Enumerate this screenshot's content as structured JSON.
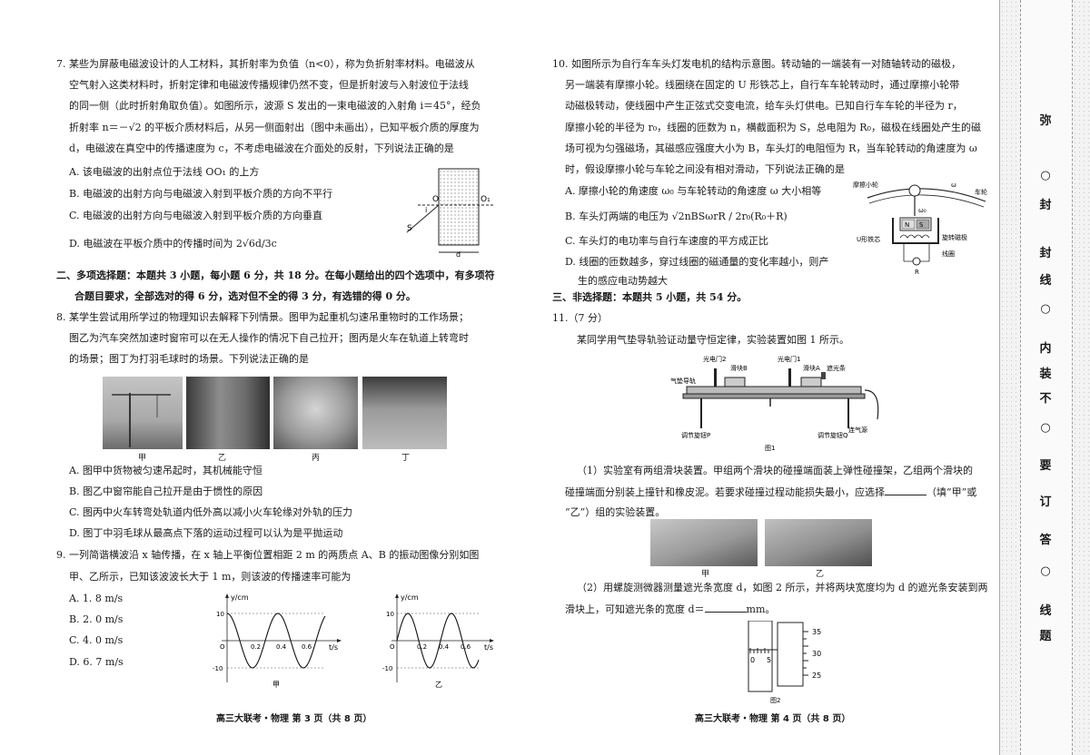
{
  "left": {
    "q7": {
      "lines": [
        "7. 某些为屏蔽电磁波设计的人工材料，其折射率为负值（n<0），称为负折射率材料。电磁波从",
        "空气射入这类材料时，折射定律和电磁波传播规律仍然不变，但是折射波与入射波位于法线",
        "的同一侧（此时折射角取负值）。如图所示，波源 S 发出的一束电磁波的入射角 i＝45°，经负",
        "折射率 n＝－√2 的平板介质材料后，从另一侧面射出（图中未画出），已知平板介质的厚度为",
        "d，电磁波在真空中的传播速度为 c，不考虑电磁波在介面处的反射，下列说法正确的是"
      ],
      "options": [
        "A. 该电磁波的出射点位于法线 OO₁ 的上方",
        "B. 电磁波的出射方向与电磁波入射到平板介质的方向不平行",
        "C. 电磁波的出射方向与电磁波入射到平板介质的方向垂直",
        "D. 电磁波在平板介质中的传播时间为 2√6d/3c"
      ],
      "fig_labels": {
        "o": "O",
        "o1": "O₁",
        "s": "S",
        "i": "i",
        "d": "d"
      }
    },
    "section2": {
      "line1": "二、多项选择题：本题共 3 小题，每小题 6 分，共 18 分。在每小题给出的四个选项中，有多项符",
      "line2": "合题目要求，全部选对的得 6 分，选对但不全的得 3 分，有选错的得 0 分。"
    },
    "q8": {
      "lines": [
        "8. 某学生尝试用所学过的物理知识去解释下列情景。图甲为起重机匀速吊重物时的工作场景；",
        "图乙为汽车突然加速时窗帘可以在无人操作的情况下自己拉开；图丙是火车在轨道上转弯时",
        "的场景；图丁为打羽毛球时的场景。下列说法正确的是"
      ],
      "photo_captions": [
        "甲",
        "乙",
        "丙",
        "丁"
      ],
      "options": [
        "A. 图甲中货物被匀速吊起时，其机械能守恒",
        "B. 图乙中窗帘能自己拉开是由于惯性的原因",
        "C. 图丙中火车转弯处轨道内低外高以减小火车轮缘对外轨的压力",
        "D. 图丁中羽毛球从最高点下落的运动过程可以认为是平抛运动"
      ]
    },
    "q9": {
      "lines": [
        "9. 一列简谐横波沿 x 轴传播，在 x 轴上平衡位置相距 2 m 的两质点 A、B 的振动图像分别如图",
        "甲、乙所示，已知该波波长大于 1 m，则该波的传播速率可能为"
      ],
      "options": [
        "A. 1. 8 m/s",
        "B. 2. 0 m/s",
        "C. 4. 0 m/s",
        "D. 6. 7 m/s"
      ],
      "graph_a": {
        "ylabel": "y/cm",
        "xlabel": "t/s",
        "ticks_x": [
          "0.2",
          "0.4",
          "0.6"
        ],
        "ticks_y": [
          "10",
          "-10"
        ],
        "origin": "O",
        "caption": "甲"
      },
      "graph_b": {
        "ylabel": "y/cm",
        "xlabel": "t/s",
        "ticks_x": [
          "0.2",
          "0.4",
          "0.6"
        ],
        "ticks_y": [
          "10",
          "-10"
        ],
        "origin": "O",
        "caption": "乙"
      }
    },
    "footer": "高三大联考・物理  第 3 页（共 8 页）"
  },
  "right": {
    "q10": {
      "lines": [
        "10. 如图所示为自行车车头灯发电机的结构示意图。转动轴的一端装有一对随轴转动的磁极，",
        "另一端装有摩擦小轮。线圈绕在固定的 U 形铁芯上，自行车车轮转动时，通过摩擦小轮带",
        "动磁极转动，使线圈中产生正弦式交变电流，给车头灯供电。已知自行车车轮的半径为 r，",
        "摩擦小轮的半径为 r₀，线圈的匝数为 n，横截面积为 S，总电阻为 R₀，磁极在线圈处产生的磁",
        "场可视为匀强磁场，其磁感应强度大小为 B，车头灯的电阻恒为 R，当车轮转动的角速度为 ω",
        "时，假设摩擦小轮与车轮之间没有相对滑动，下列说法正确的是"
      ],
      "options": [
        "A. 摩擦小轮的角速度 ω₀ 与车轮转动的角速度 ω 大小相等",
        "B. 车头灯两端的电压为 √2nBSωrR / 2r₀(R₀＋R)",
        "C. 车头灯的电功率与自行车速度的平方成正比",
        "D. 线圈的匝数越多，穿过线圈的磁通量的变化率越小，则产",
        "生的感应电动势越大"
      ],
      "fig_labels": {
        "friction_wheel": "摩擦小轮",
        "wheel": "车轮",
        "u_core": "U形铁芯",
        "magnet": "旋转磁极",
        "coil": "线圈",
        "r": "R",
        "w0": "ω₀",
        "w": "ω",
        "n": "N",
        "s": "S"
      }
    },
    "section3": "三、非选择题：本题共 5 小题，共 54 分。",
    "q11": {
      "head": "11.（7 分）",
      "intro": "某同学用气垫导轨验证动量守恒定律，实验装置如图 1 所示。",
      "fig1_labels": {
        "gate2": "光电门2",
        "gate1": "光电门1",
        "slider_b": "滑块B",
        "slider_a": "滑块A",
        "shade": "遮光条",
        "rail": "气垫导轨",
        "knob_p": "调节旋钮P",
        "knob_q": "调节旋钮Q",
        "air": "连气源",
        "caption": "图1"
      },
      "p1_lines": [
        "（1）实验室有两组滑块装置。甲组两个滑块的碰撞端面装上弹性碰撞架，乙组两个滑块的",
        "碰撞端面分别装上撞针和橡皮泥。若要求碰撞过程动能损失最小，应选择",
        "（填“甲”或",
        "“乙”）组的实验装置。"
      ],
      "photo_captions": [
        "甲",
        "乙"
      ],
      "p2_lines": [
        "（2）用螺旋测微器测量遮光条宽度 d，如图 2 所示，并将两块宽度均为 d 的遮光条安装到两",
        "滑块上，可知遮光条的宽度 d＝",
        "mm。"
      ],
      "micrometer": {
        "ticks": [
          "35",
          "30",
          "25"
        ],
        "main": [
          "0",
          "5"
        ],
        "caption": "图2"
      }
    },
    "footer": "高三大联考・物理  第 4 页（共 8 页）"
  },
  "binding_margin": {
    "chars": [
      "弥",
      "○",
      "封",
      "封",
      "线",
      "○",
      "内",
      "装",
      "不",
      "○",
      "要",
      "订",
      "答",
      "○",
      "线",
      "题"
    ]
  }
}
